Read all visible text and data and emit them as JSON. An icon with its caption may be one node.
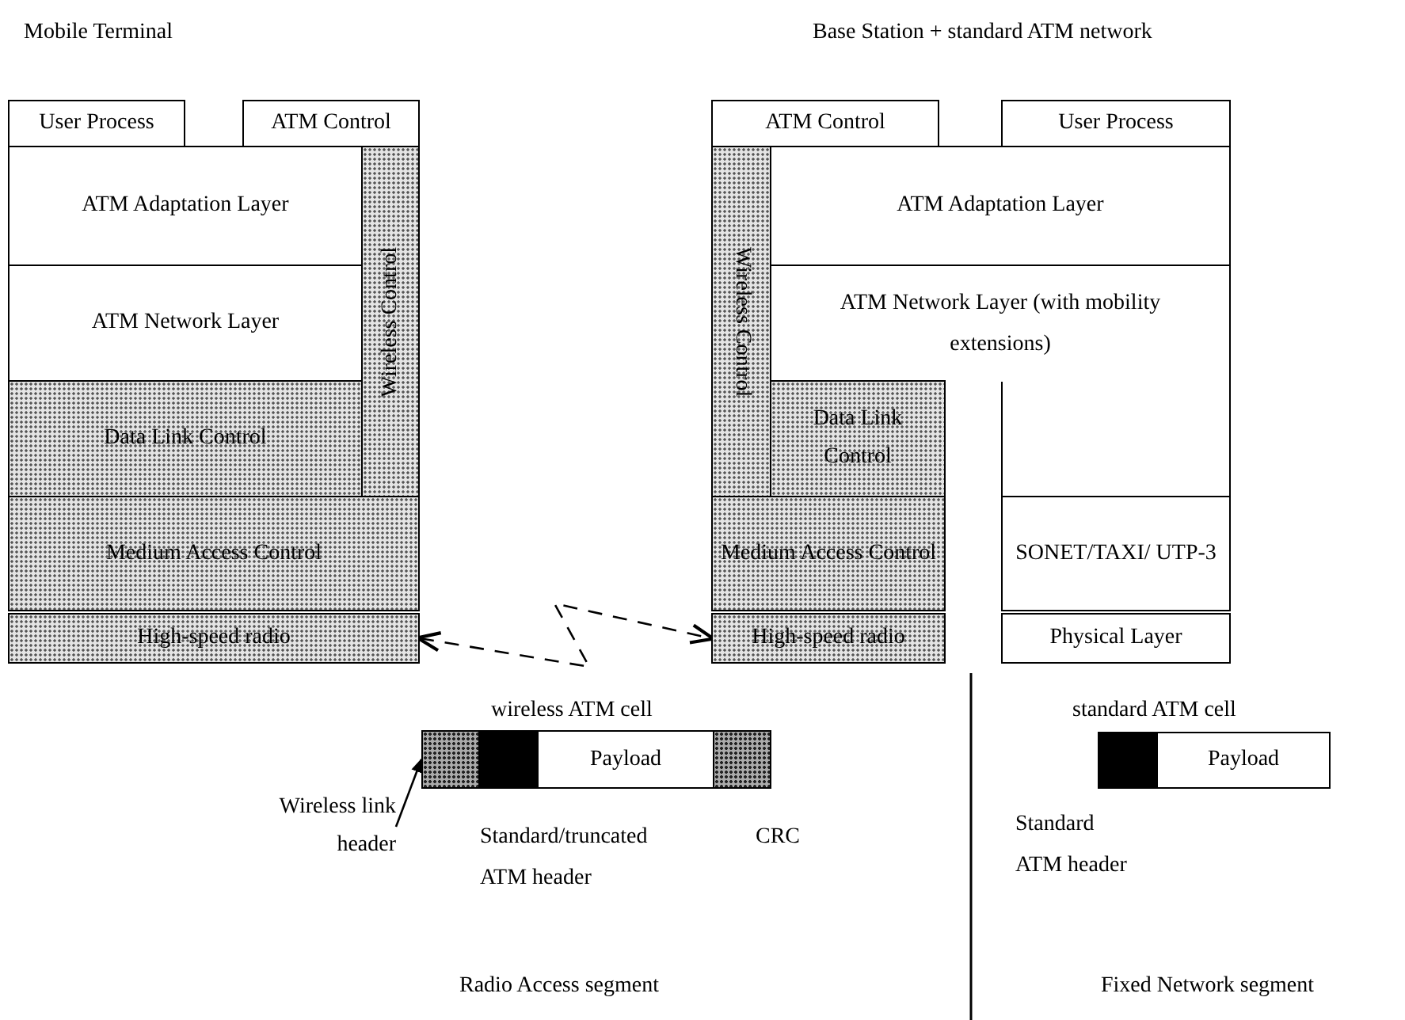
{
  "diagram": {
    "nodes": [
      {
        "text": [
          "User Process"
        ]
      },
      {
        "text": [
          "ATM Control"
        ]
      },
      {
        "text": [
          "ATM Adaptation Layer"
        ]
      },
      {
        "text": [
          "ATM Network Layer"
        ]
      },
      {
        "text": [
          "Wireless Control"
        ]
      },
      {
        "text": [
          "Data Link Control"
        ]
      },
      {
        "text": [
          "Medium Access Control"
        ]
      },
      {
        "text": [
          "High-speed radio"
        ]
      },
      {
        "text": [
          "ATM Control"
        ]
      },
      {
        "text": [
          "User Process"
        ]
      },
      {
        "text": [
          "Wireless Control"
        ]
      },
      {
        "text": [
          "ATM Adaptation Layer"
        ]
      },
      {
        "text": [
          "ATM Network Layer (with mobility extensions)"
        ]
      },
      {
        "text": [
          "Data Link Control"
        ]
      },
      {
        "text": [
          "Medium Access Control"
        ]
      },
      {
        "text": [
          "High-speed radio"
        ]
      },
      {
        "text": [
          "SONET/TAXI/ UTP-3"
        ]
      },
      {
        "text": [
          "Physical Layer"
        ]
      },
      {
        "text": [],
        "shape": "box"
      },
      {
        "text": [],
        "shape": "box"
      },
      {
        "text": [
          "Payload"
        ]
      },
      {
        "text": [],
        "shape": "box"
      },
      {
        "text": [
          "Wireless link header"
        ]
      },
      {
        "text": [],
        "shape": "box"
      },
      {
        "text": [
          "Payload"
        ]
      }
    ],
    "edges": [
      {
        "from": 7,
        "to": 15,
        "arrow": "both",
        "style": "dashed"
      },
      {
        "from": 22,
        "to": 18,
        "arrow": "to"
      }
    ],
    "labels": [
      "Mobile Terminal",
      "Base Station + standard ATM network",
      "wireless ATM cell",
      "standard ATM cell",
      "Standard/truncated ATM header",
      "CRC",
      "Standard ATM header",
      "Radio Access segment",
      "Fixed Network segment"
    ]
  }
}
